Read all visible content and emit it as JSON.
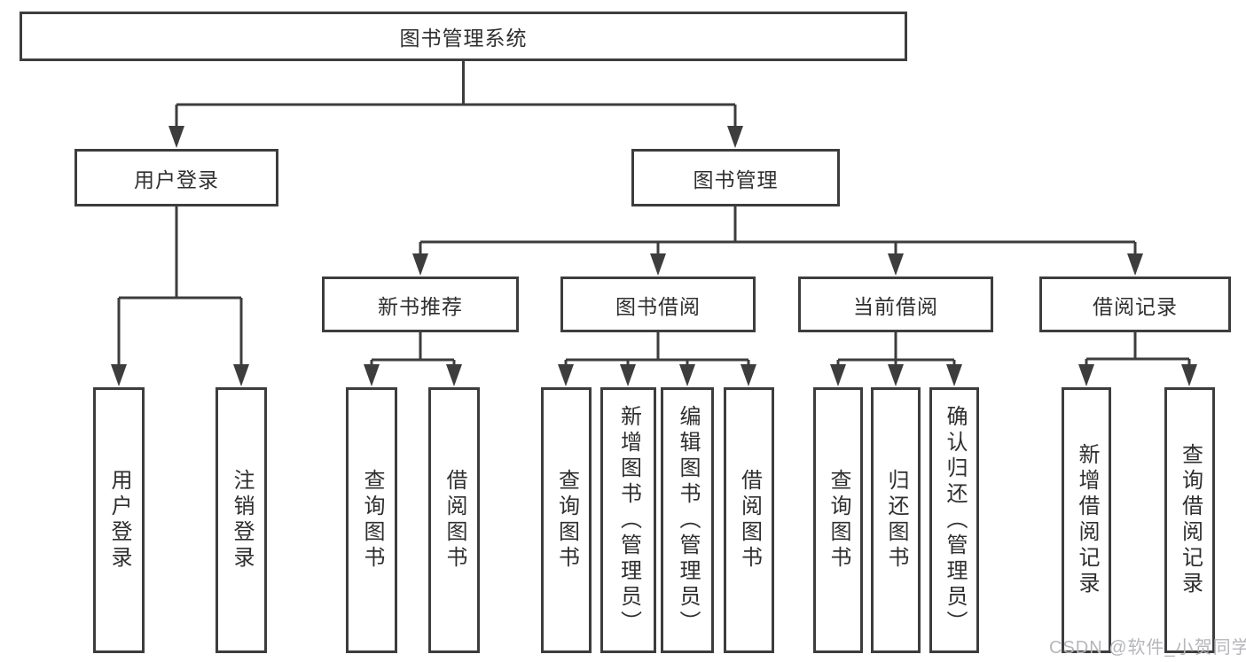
{
  "diagram": {
    "root_label": "图书管理系统",
    "user_login": {
      "label": "用户登录",
      "children": [
        "用户登录",
        "注销登录"
      ]
    },
    "book_mgmt": {
      "label": "图书管理",
      "sections": {
        "new_book": {
          "label": "新书推荐",
          "children": [
            "查询图书",
            "借阅图书"
          ]
        },
        "borrow": {
          "label": "图书借阅",
          "children": [
            "查询图书",
            "新增图书（管理员）",
            "编辑图书（管理员）",
            "借阅图书"
          ]
        },
        "current": {
          "label": "当前借阅",
          "children": [
            "查询图书",
            "归还图书",
            "确认归还（管理员）"
          ]
        },
        "records": {
          "label": "借阅记录",
          "children": [
            "新增借阅记录",
            "查询借阅记录"
          ]
        }
      }
    }
  },
  "watermark": "CSDN @软件_小贺同学",
  "colors": {
    "line": "#3d3d3d",
    "text": "#2f2f2f",
    "watermark": "#b5b6ba",
    "background": "#ffffff"
  }
}
